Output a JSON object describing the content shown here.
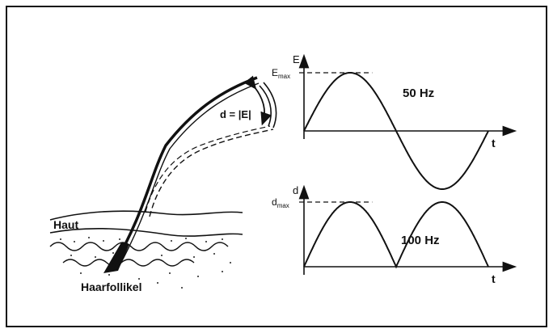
{
  "labels": {
    "distance_formula": "d = |E|",
    "skin": "Haut",
    "hair_follicle": "Haarfollikel"
  },
  "chart_data": [
    {
      "type": "line",
      "function": "sine",
      "ylabel": "E",
      "xlabel": "t",
      "max_label": "E",
      "max_label_sub": "max",
      "annotation": "50 Hz",
      "x": [
        0,
        0.25,
        0.5,
        0.75,
        1
      ],
      "y": [
        0,
        1,
        0,
        -1,
        0
      ]
    },
    {
      "type": "line",
      "function": "abs-sine",
      "ylabel": "d",
      "xlabel": "t",
      "max_label": "d",
      "max_label_sub": "max",
      "annotation": "100 Hz",
      "x": [
        0,
        0.25,
        0.5,
        0.75,
        1
      ],
      "y": [
        0,
        1,
        0,
        1,
        0
      ]
    }
  ]
}
